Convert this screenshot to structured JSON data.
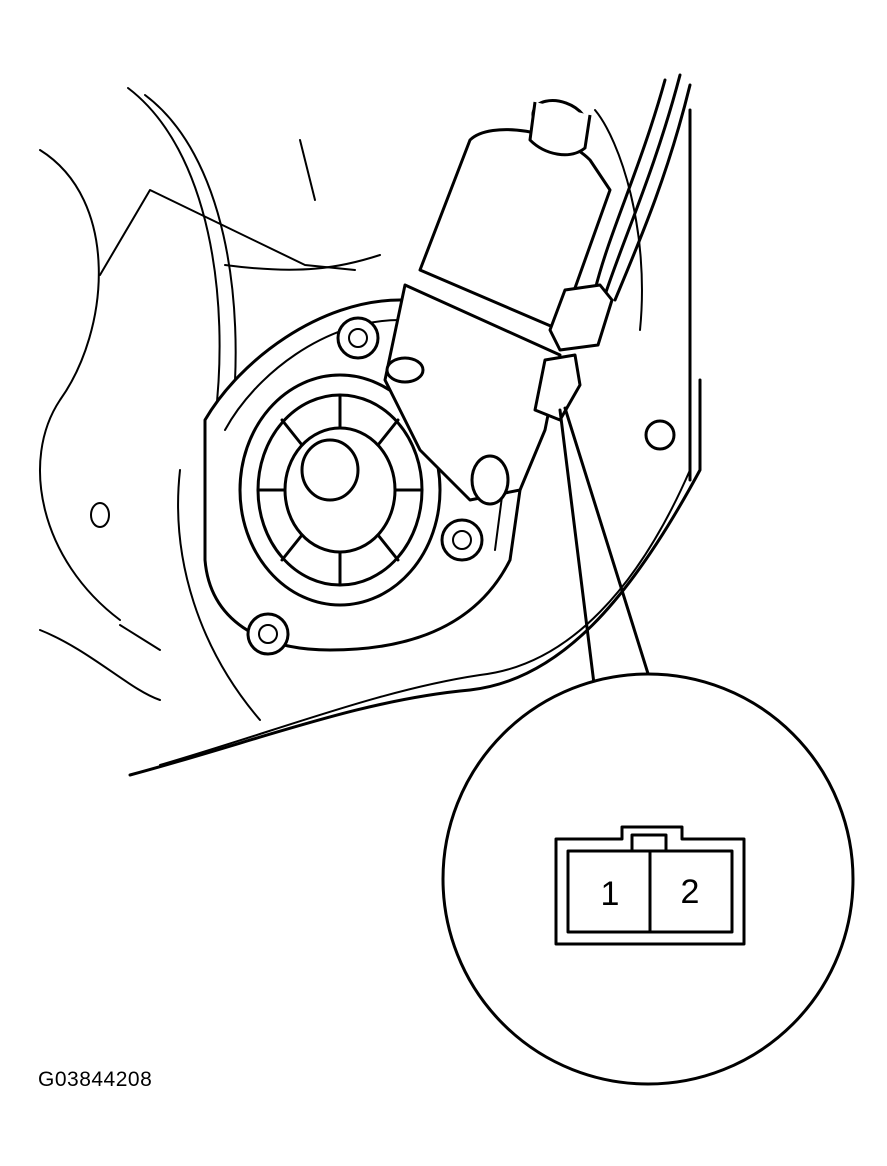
{
  "figure_id": "G03844208",
  "connector": {
    "pins": [
      "1",
      "2"
    ]
  }
}
